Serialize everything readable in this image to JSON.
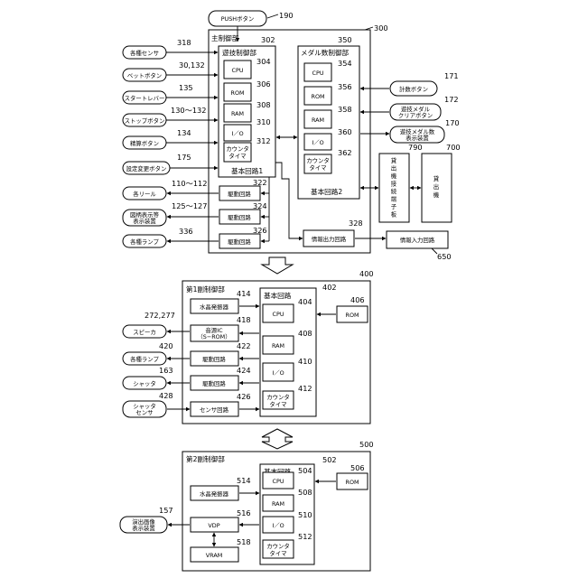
{
  "push_button": {
    "label": "PUSHボタン",
    "ref": "190"
  },
  "main": {
    "title": "主制御部",
    "ref": "300",
    "game": {
      "title": "遊技制御部",
      "ref": "302",
      "cpu": {
        "label": "CPU",
        "ref": "304"
      },
      "rom": {
        "label": "ROM",
        "ref": "306"
      },
      "ram": {
        "label": "RAM",
        "ref": "308"
      },
      "io": {
        "label": "I／O",
        "ref": "310"
      },
      "timer": {
        "line1": "カウンタ",
        "line2": "タイマ",
        "ref": "312"
      },
      "basic": "基本回路1"
    },
    "medal": {
      "title": "メダル数制御部",
      "ref": "350",
      "cpu": {
        "label": "CPU",
        "ref": "354"
      },
      "rom": {
        "label": "ROM",
        "ref": "356"
      },
      "ram": {
        "label": "RAM",
        "ref": "358"
      },
      "io": {
        "label": "I／O",
        "ref": "360"
      },
      "timer": {
        "line1": "カウンタ",
        "line2": "タイマ",
        "ref": "362"
      },
      "basic": "基本回路2"
    },
    "drive1": {
      "label": "駆動回路",
      "ref": "322"
    },
    "drive2": {
      "label": "駆動回路",
      "ref": "324"
    },
    "drive3": {
      "label": "駆動回路",
      "ref": "326"
    },
    "info_out": {
      "label": "情報出力回路",
      "ref": "328"
    }
  },
  "left_inputs": [
    {
      "label": "各種センサ",
      "ref": "318"
    },
    {
      "label": "ベットボタン",
      "ref": "30,132"
    },
    {
      "label": "スタートレバー",
      "ref": "135"
    },
    {
      "label": "ストップボタン",
      "ref": "130～132"
    },
    {
      "label": "精算ボタン",
      "ref": "134"
    },
    {
      "label": "設定変更ボタン",
      "ref": "175"
    }
  ],
  "left_outputs": [
    {
      "label": "各リール",
      "ref": "110～112"
    },
    {
      "line1": "図柄表示等",
      "line2": "表示装置",
      "ref": "125～127"
    },
    {
      "label": "各種ランプ",
      "ref": "336"
    }
  ],
  "right_units": [
    {
      "line1": "計数ボタン",
      "line2": "",
      "ref": "171"
    },
    {
      "line1": "遊技メダル",
      "line2": "クリアボタン",
      "ref": "172"
    },
    {
      "line1": "遊技メダル数",
      "line2": "表示装置",
      "ref": "170"
    }
  ],
  "relay": {
    "label": "貸出機接続端子板",
    "ref": "790"
  },
  "lender": {
    "label": "貸出機",
    "ref": "700"
  },
  "info_in": {
    "label": "情報入力回路",
    "ref": "650"
  },
  "sub1": {
    "title": "第1副制御部",
    "ref": "400",
    "basic_title": "基本回路",
    "basic_ref": "402",
    "osc": {
      "label": "水晶発振器",
      "ref": "414"
    },
    "sound": {
      "line1": "音源IC",
      "line2": "（S−ROM）",
      "ref": "418"
    },
    "drive_a": {
      "label": "駆動回路",
      "ref": "422"
    },
    "drive_b": {
      "label": "駆動回路",
      "ref": "424"
    },
    "sensor_c": {
      "label": "センサ回路",
      "ref": "426"
    },
    "cpu": {
      "label": "CPU",
      "ref": "404"
    },
    "ram": {
      "label": "RAM",
      "ref": "408"
    },
    "io": {
      "label": "I／O",
      "ref": "410"
    },
    "timer": {
      "line1": "カウンタ",
      "line2": "タイマ",
      "ref": "412"
    },
    "rom": {
      "label": "ROM",
      "ref": "406"
    },
    "speaker": {
      "label": "スピーカ",
      "ref": "272,277"
    },
    "lamps": {
      "label": "各種ランプ",
      "ref": "420"
    },
    "shutter": {
      "label": "シャッタ",
      "ref": "163"
    },
    "shutter_sensor": {
      "line1": "シャッタ",
      "line2": "センサ",
      "ref": "428"
    }
  },
  "sub2": {
    "title": "第2副制御部",
    "ref": "500",
    "basic_title": "基本回路",
    "basic_ref": "502",
    "osc": {
      "label": "水晶発振器",
      "ref": "514"
    },
    "vdp": {
      "label": "VDP",
      "ref": "516"
    },
    "vram": {
      "label": "VRAM",
      "ref": "518"
    },
    "cpu": {
      "label": "CPU",
      "ref": "504"
    },
    "ram": {
      "label": "RAM",
      "ref": "508"
    },
    "io": {
      "label": "I／O",
      "ref": "510"
    },
    "timer": {
      "line1": "カウンタ",
      "line2": "タイマ",
      "ref": "512"
    },
    "rom": {
      "label": "ROM",
      "ref": "506"
    },
    "display": {
      "line1": "演出画像",
      "line2": "表示装置",
      "ref": "157"
    }
  }
}
